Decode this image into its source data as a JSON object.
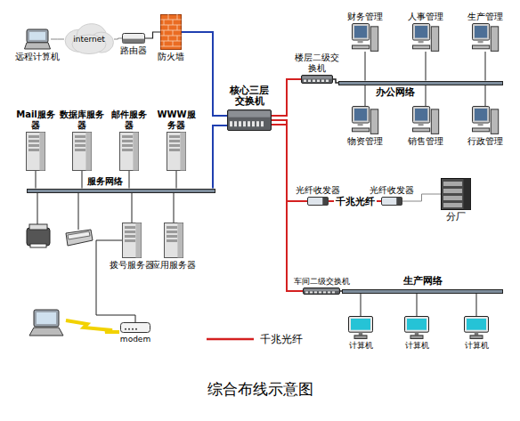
{
  "diagram": {
    "caption": "综合布线示意图",
    "nodes": [
      {
        "text": [
          "远程计算机"
        ]
      },
      {
        "text": [
          "internet"
        ]
      },
      {
        "text": [
          "路由器"
        ]
      },
      {
        "text": [
          "防火墙"
        ]
      },
      {
        "text": [
          "核心三层 交换机"
        ]
      },
      {
        "text": [
          "楼层二级交 换机"
        ]
      },
      {
        "text": [
          "财务管理"
        ]
      },
      {
        "text": [
          "人事管理"
        ]
      },
      {
        "text": [
          "生产管理"
        ]
      },
      {
        "text": [
          "物资管理"
        ]
      },
      {
        "text": [
          "销售管理"
        ]
      },
      {
        "text": [
          "行政管理"
        ]
      },
      {
        "text": [
          "Mail服务 器"
        ]
      },
      {
        "text": [
          "数据库服务 器"
        ]
      },
      {
        "text": [
          "邮件服务 器"
        ]
      },
      {
        "text": [
          "WWW服 务器"
        ]
      },
      {
        "text": [
          "拨号服务器"
        ]
      },
      {
        "text": [
          "应用服务器"
        ]
      },
      {
        "text": [
          "modem"
        ]
      },
      {
        "text": [
          "光纤收发器"
        ]
      },
      {
        "text": [
          "光纤收发器"
        ]
      },
      {
        "text": [
          "分厂"
        ]
      },
      {
        "text": [
          "车间二级交换机"
        ]
      },
      {
        "text": [
          "计算机"
        ]
      },
      {
        "text": [
          "计算机"
        ]
      },
      {
        "text": [
          "计算机"
        ]
      },
      {
        "text": [
          "办公网络"
        ]
      },
      {
        "text": [
          "服务网络"
        ]
      },
      {
        "text": [
          "生产网络"
        ]
      }
    ],
    "edges": [
      {
        "from": 0,
        "to": 1,
        "arrow": "none"
      },
      {
        "from": 1,
        "to": 2,
        "arrow": "none"
      },
      {
        "from": 2,
        "to": 3,
        "arrow": "none"
      },
      {
        "from": 3,
        "to": 4,
        "arrow": "none"
      },
      {
        "from": 4,
        "to": 27,
        "arrow": "none"
      },
      {
        "from": 4,
        "to": 5,
        "arrow": "none"
      },
      {
        "from": 4,
        "to": 19,
        "arrow": "none"
      },
      {
        "from": 19,
        "to": 20,
        "label": "千兆光纤",
        "arrow": "none"
      },
      {
        "from": 20,
        "to": 21,
        "arrow": "none"
      },
      {
        "from": 4,
        "to": 22,
        "arrow": "none"
      },
      {
        "from": 5,
        "to": 26,
        "arrow": "none"
      },
      {
        "from": 6,
        "to": 26,
        "arrow": "none"
      },
      {
        "from": 7,
        "to": 26,
        "arrow": "none"
      },
      {
        "from": 8,
        "to": 26,
        "arrow": "none"
      },
      {
        "from": 9,
        "to": 26,
        "arrow": "none"
      },
      {
        "from": 10,
        "to": 26,
        "arrow": "none"
      },
      {
        "from": 11,
        "to": 26,
        "arrow": "none"
      },
      {
        "from": 12,
        "to": 27,
        "arrow": "none"
      },
      {
        "from": 13,
        "to": 27,
        "arrow": "none"
      },
      {
        "from": 14,
        "to": 27,
        "arrow": "none"
      },
      {
        "from": 15,
        "to": 27,
        "arrow": "none"
      },
      {
        "from": 16,
        "to": 27,
        "arrow": "none"
      },
      {
        "from": 17,
        "to": 27,
        "arrow": "none"
      },
      {
        "from": 16,
        "to": 18,
        "arrow": "none"
      },
      {
        "from": 22,
        "to": 28,
        "arrow": "none"
      },
      {
        "from": 23,
        "to": 28,
        "arrow": "none"
      },
      {
        "from": 24,
        "to": 28,
        "arrow": "none"
      },
      {
        "from": 25,
        "to": 28,
        "arrow": "none"
      }
    ],
    "legend": [
      {
        "text": "千兆光纤"
      }
    ]
  }
}
